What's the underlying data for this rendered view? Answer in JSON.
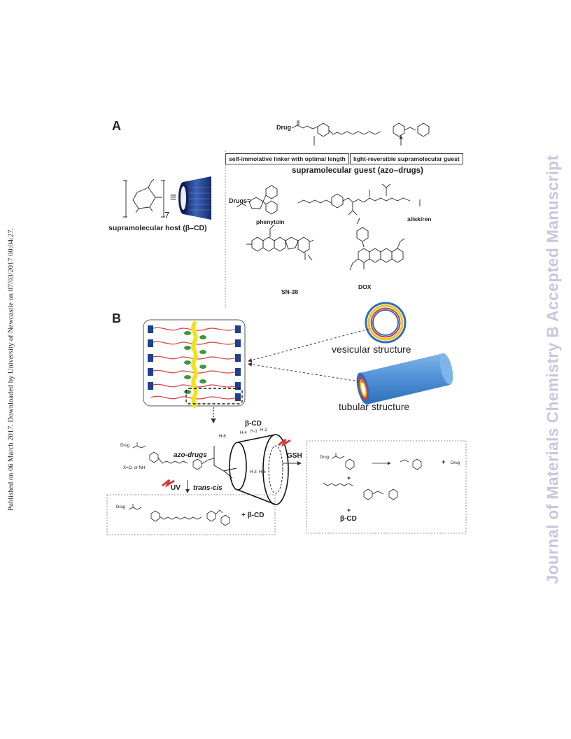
{
  "side_note": "Published on 06 March 2017. Downloaded by University of Newcastle on 07/03/2017 00:04:27.",
  "watermark": "Journal of Materials Chemistry B Accepted Manuscript",
  "panel_a": {
    "letter": "A",
    "drug_label": "Drug",
    "linker_box": "self-immolative linker with optimal length",
    "guest_box": "light-reversible supramolecular guest",
    "guest_title": "supramolecular guest (azo–drugs)",
    "host_repeat": "7",
    "host_title": "supramolecular host (β–CD)",
    "drugs_label": "Drugs=",
    "drug_names": [
      "phenytoin",
      "aliskiren",
      "SN-38",
      "DOX"
    ]
  },
  "panel_b": {
    "letter": "B",
    "vesicular": "vesicular structure",
    "tubular": "tubular structure",
    "bcd": "β-CD",
    "h_labels": [
      "H-6",
      "H-4",
      "H-1",
      "H-2",
      "H-3",
      "H-5"
    ],
    "azo_drugs": "azo-drugs",
    "x_note": "X=O, or NH",
    "drug_x": "Drug",
    "uv": "UV",
    "trans_cis": "trans-cis",
    "gsh": "GSH",
    "plus_bcd": "+ β-CD",
    "plus": "+",
    "drug_product": "Drug",
    "bcd_bottom": "β-CD"
  },
  "colors": {
    "watermark": "#c9c6de",
    "cd_blue": "#1f3f8f",
    "tube_blue": "#4f8fd6",
    "chain_red": "#d23b3b",
    "azo_yellow": "#f2e21a",
    "drug_green": "#3a9a3a"
  }
}
